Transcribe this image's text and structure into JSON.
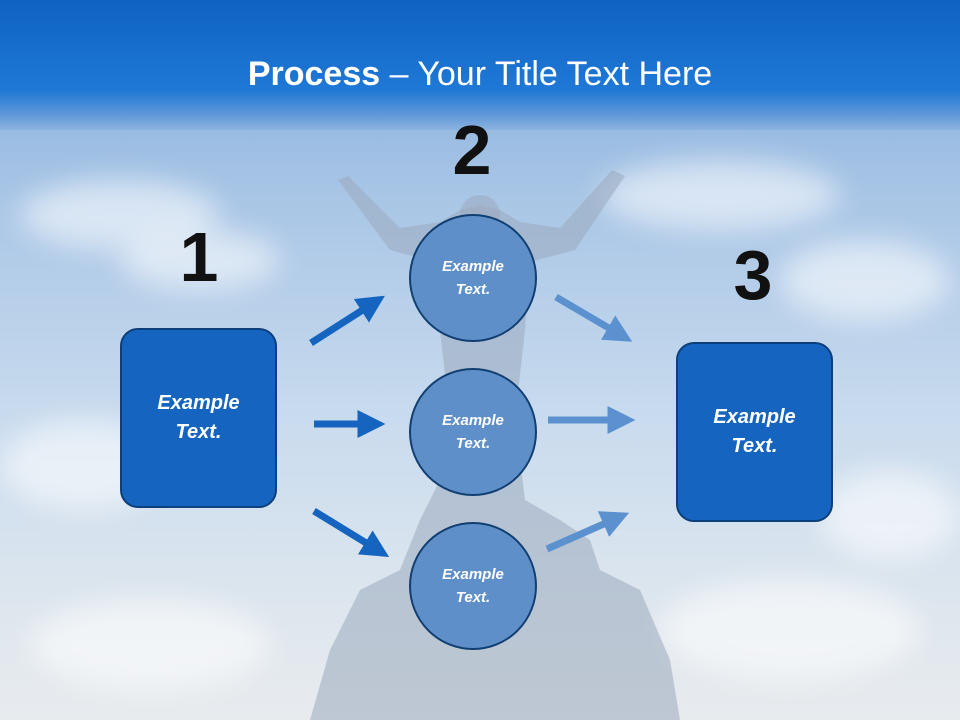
{
  "title": {
    "bold": "Process",
    "rest": " – Your Title Text Here"
  },
  "steps": [
    {
      "number": "1",
      "text_line1": "Example",
      "text_line2": "Text."
    },
    {
      "number": "2"
    },
    {
      "number": "3",
      "text_line1": "Example",
      "text_line2": "Text."
    }
  ],
  "circles": [
    {
      "text_line1": "Example",
      "text_line2": "Text."
    },
    {
      "text_line1": "Example",
      "text_line2": "Text."
    },
    {
      "text_line1": "Example",
      "text_line2": "Text."
    }
  ],
  "colors": {
    "title_band": "#1565c0",
    "box_fill": "#1565c0",
    "circle_fill": "#5f8fc9",
    "arrow_dark": "#1565c0",
    "arrow_light": "#5b91cf"
  }
}
